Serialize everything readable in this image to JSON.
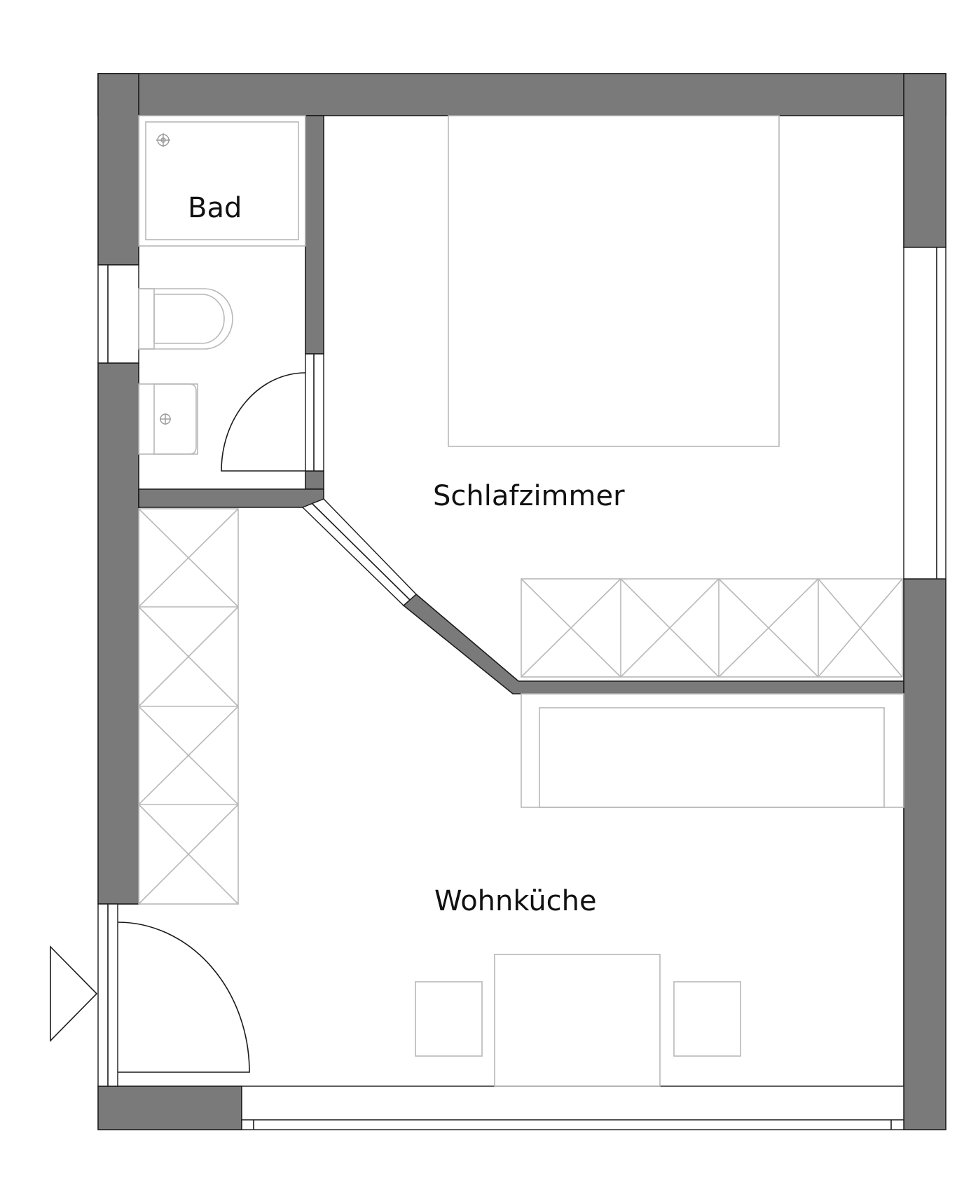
{
  "rooms": {
    "bad": "Bad",
    "schlafzimmer": "Schlafzimmer",
    "wohnkueche": "Wohnküche"
  },
  "colors": {
    "wall": "#7a7a7a",
    "outline": "#1a1a1a",
    "furniture": "#b8b8b8",
    "background": "#ffffff"
  },
  "icons": {
    "entrance": "entrance-arrow-icon",
    "shower_drain": "shower-drain-icon",
    "sink_drain": "sink-drain-icon"
  }
}
